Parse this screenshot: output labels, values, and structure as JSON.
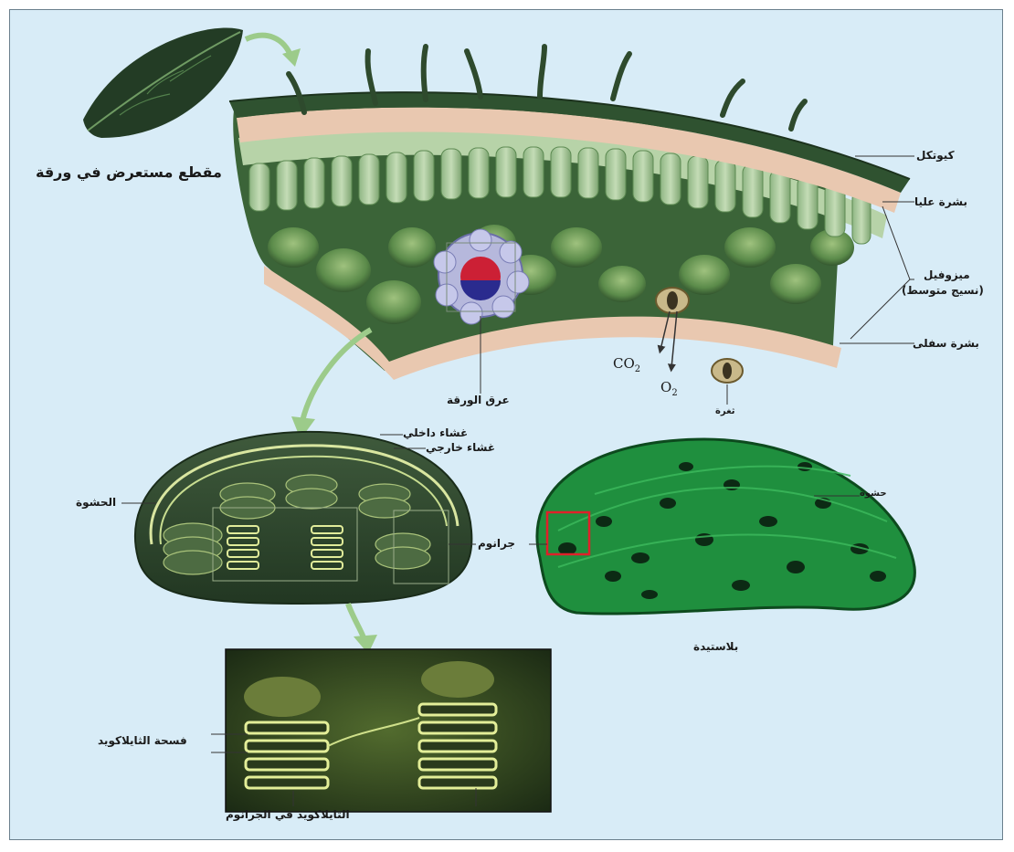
{
  "labels": {
    "leaf_section": "مقطع مستعرض في ورقة",
    "cuticle": "كيوتكل",
    "upper_epidermis": "بشرة عليا",
    "mesophyll_1": "ميزوفيل",
    "mesophyll_2": "(نسيج متوسط)",
    "lower_epidermis": "بشرة سفلى",
    "leaf_vein": "عرق الورقة",
    "stoma": "ثغرة",
    "inner_membrane": "غشاء داخلي",
    "outer_membrane": "غشاء خارجي",
    "stroma_left": "الحشوة",
    "stroma_right": "حشوة",
    "granum": "جرانوم",
    "plastid": "بلاستيدة",
    "thylakoid_space": "فسحة الثايلاكويد",
    "thylakoid_in_granum": "الثايلاكويد في الجرانوم"
  },
  "gases": {
    "co2_base": "CO",
    "co2_sub": "2",
    "o2_base": "O",
    "o2_sub": "2"
  },
  "colors": {
    "background": "#d8ecf7",
    "leaf_dark_green": "#2d4a2e",
    "epidermis_pink": "#e9c8b0",
    "palisade_green": "#a8c89a",
    "plastid_green": "#1f8f3e",
    "highlight_box": "#e0202a",
    "arrow_green": "#9ccb8a"
  }
}
